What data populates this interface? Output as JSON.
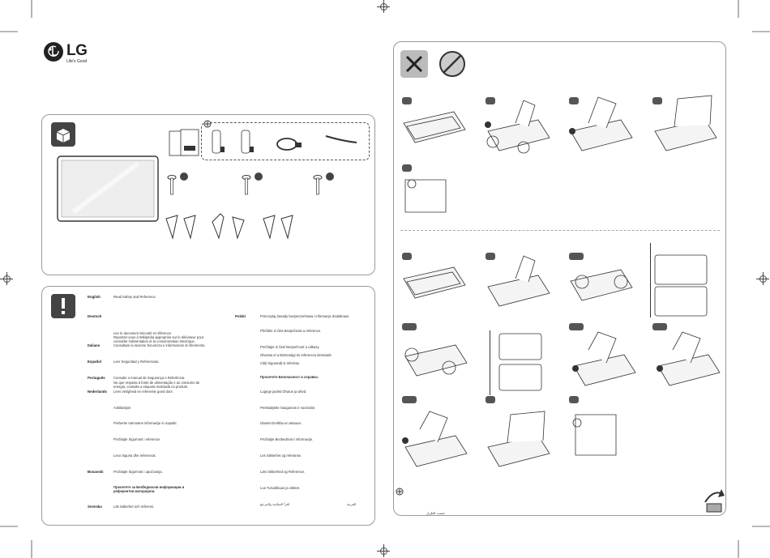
{
  "brand": {
    "logo_text": "LG",
    "tagline": "Life's Good"
  },
  "languages_left": [
    {
      "name": "English",
      "text": "Read Safety and Reference."
    },
    {
      "name": "Deutsch",
      "text": ""
    },
    {
      "name": "",
      "text": "Lire le document Sécurité et référence."
    },
    {
      "name": "",
      "text": "Reportez-vous à Wikipédia appropriée sur le téléviseur pour"
    },
    {
      "name": "",
      "text": "connaître l'alimentation et la consommation électrique."
    },
    {
      "name": "Italiano",
      "text": "Consultare la sezione Sicurezza e informazioni di riferimento."
    },
    {
      "name": "Español",
      "text": "Leer Seguridad y Referencias."
    },
    {
      "name": "Português",
      "text": "Consulte o manual de Segurança e Referência."
    },
    {
      "name": "",
      "text": "No que respeita à fonte de alimentação e ao consumo de"
    },
    {
      "name": "",
      "text": "energia, consulte a etiqueta mostrada no produto."
    },
    {
      "name": "Nederlands",
      "text": "Lees Veiligheid en referentie goed door."
    },
    {
      "name": "",
      "text": "Avbildasjon"
    },
    {
      "name": "",
      "text": "Preberite Varnostne informacije in napotki."
    },
    {
      "name": "",
      "text": "Pročitajte Sigurnost i reference."
    },
    {
      "name": "",
      "text": "Lexo Siguria dhe referencat."
    },
    {
      "name": "Bosanski",
      "text": "Pročitajte Sigurnost i upućivanja."
    },
    {
      "name": "",
      "text": "Прочетете за Безбедносни информации и"
    },
    {
      "name": "",
      "text": "референтни материјали."
    },
    {
      "name": "Svenska",
      "text": "Läs Säkerhet och referens."
    }
  ],
  "languages_right": [
    {
      "name": "Polski",
      "text": "Przeczytaj Zasady bezpieczeństwa i informacje dodatkowe."
    },
    {
      "name": "",
      "text": "Přečtěte si část Bezpečnost a reference."
    },
    {
      "name": "",
      "text": "Prečítajte si časť Bezpečnosť a odkazy."
    },
    {
      "name": "",
      "text": "Olvassa el a Biztonsági és referencia útmutatót."
    },
    {
      "name": "",
      "text": "Citiți Siguranță și referințe."
    },
    {
      "name": "",
      "text": "Прочетете Безопасност и справка."
    },
    {
      "name": "",
      "text": "Lugege jaotist Ohutus ja viited."
    },
    {
      "name": "",
      "text": "Perskaitykite Saugumas ir nuorodos."
    },
    {
      "name": "",
      "text": "Izlasiet Drošība un atsauce."
    },
    {
      "name": "",
      "text": "Pročitajte Bezbednost i informacije."
    },
    {
      "name": "",
      "text": "Les Sikkerhet og referanse."
    },
    {
      "name": "",
      "text": "Læs Sikkerhed og Reference."
    },
    {
      "name": "",
      "text": "Lue Turvallisuus ja viitteet."
    },
    {
      "name": "",
      "text": "اقرأ السلامة والمرجع"
    }
  ],
  "arabic_label": "العربية",
  "arabic_footer": "حسب الطراز"
}
